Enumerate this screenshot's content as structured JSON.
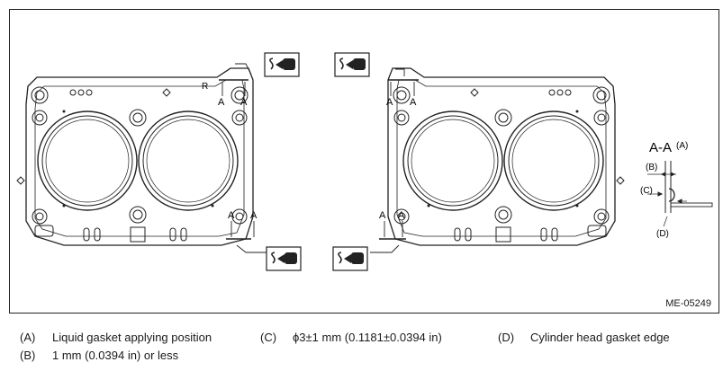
{
  "figure": {
    "section_title": "A-A",
    "section_title_ref": "(A)",
    "callout_a": "A",
    "ref_b": "(B)",
    "ref_c": "(C)",
    "ref_d": "(D)",
    "gasket_mark": "R",
    "figure_id": "ME-05249"
  },
  "legend": [
    {
      "key": "(A)",
      "text": "Liquid gasket applying position"
    },
    {
      "key": "(C)",
      "text": "ϕ3±1 mm (0.1181±0.0394 in)"
    },
    {
      "key": "(D)",
      "text": "Cylinder head gasket edge"
    },
    {
      "key": "(B)",
      "text": "1 mm (0.0394 in) or less"
    }
  ],
  "icons": [
    "liquid-gasket-applicator-icon"
  ],
  "colors": {
    "line": "#222222",
    "background": "#ffffff"
  }
}
